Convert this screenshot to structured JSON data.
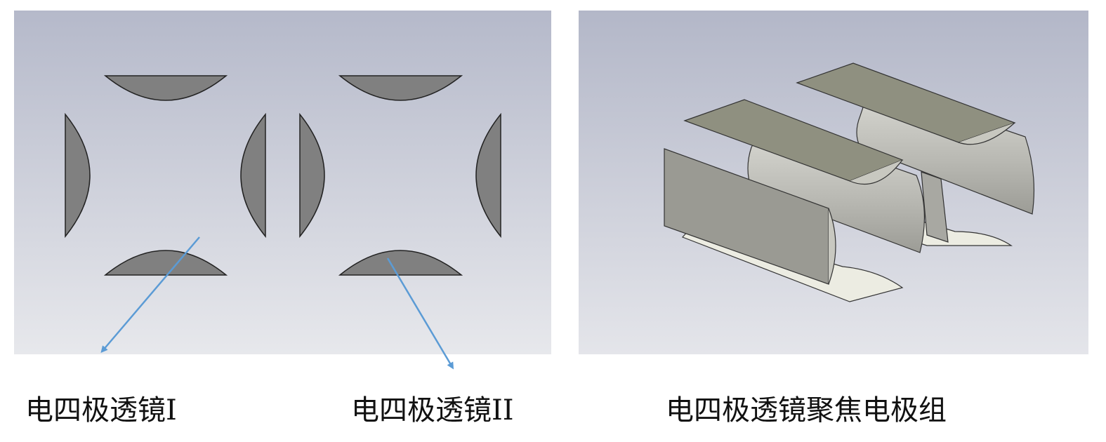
{
  "labels": {
    "lens1": "电四极透镜I",
    "lens2": "电四极透镜II",
    "assembly": "电四极透镜聚焦电极组"
  },
  "colors": {
    "electrode_fill": "#808080",
    "arrow": "#5b9bd5",
    "panel_top": "#b5b9ca",
    "panel_bottom": "#e7e8ec"
  }
}
